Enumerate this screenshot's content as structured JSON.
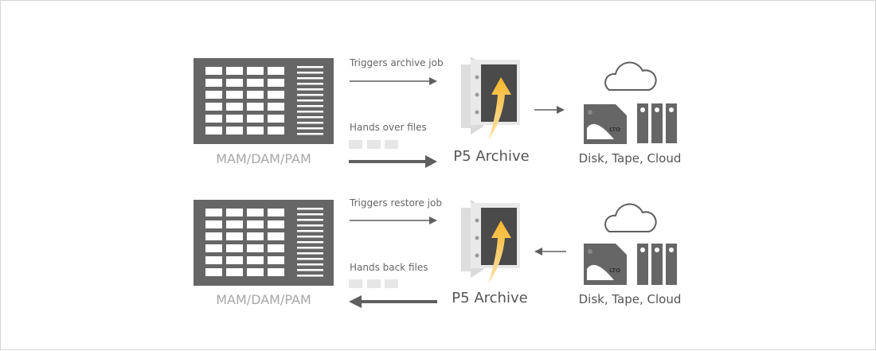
{
  "colors": {
    "dark": "#666666",
    "light_gray": "#e6e6e6",
    "arrow_dark": "#5f5f5f",
    "orange": "#f5a623",
    "mam_label": "#a7a7a7",
    "text": "#555555"
  },
  "archive_row": {
    "source_label": "MAM/DAM/PAM",
    "trigger_label": "Triggers archive job",
    "files_label": "Hands over files",
    "system_label": "P5 Archive",
    "storage_label": "Disk, Tape, Cloud",
    "tape_label": "LTO"
  },
  "restore_row": {
    "source_label": "MAM/DAM/PAM",
    "trigger_label": "Triggers restore job",
    "files_label": "Hands back files",
    "system_label": "P5 Archive",
    "storage_label": "Disk, Tape, Cloud",
    "tape_label": "LTO"
  }
}
